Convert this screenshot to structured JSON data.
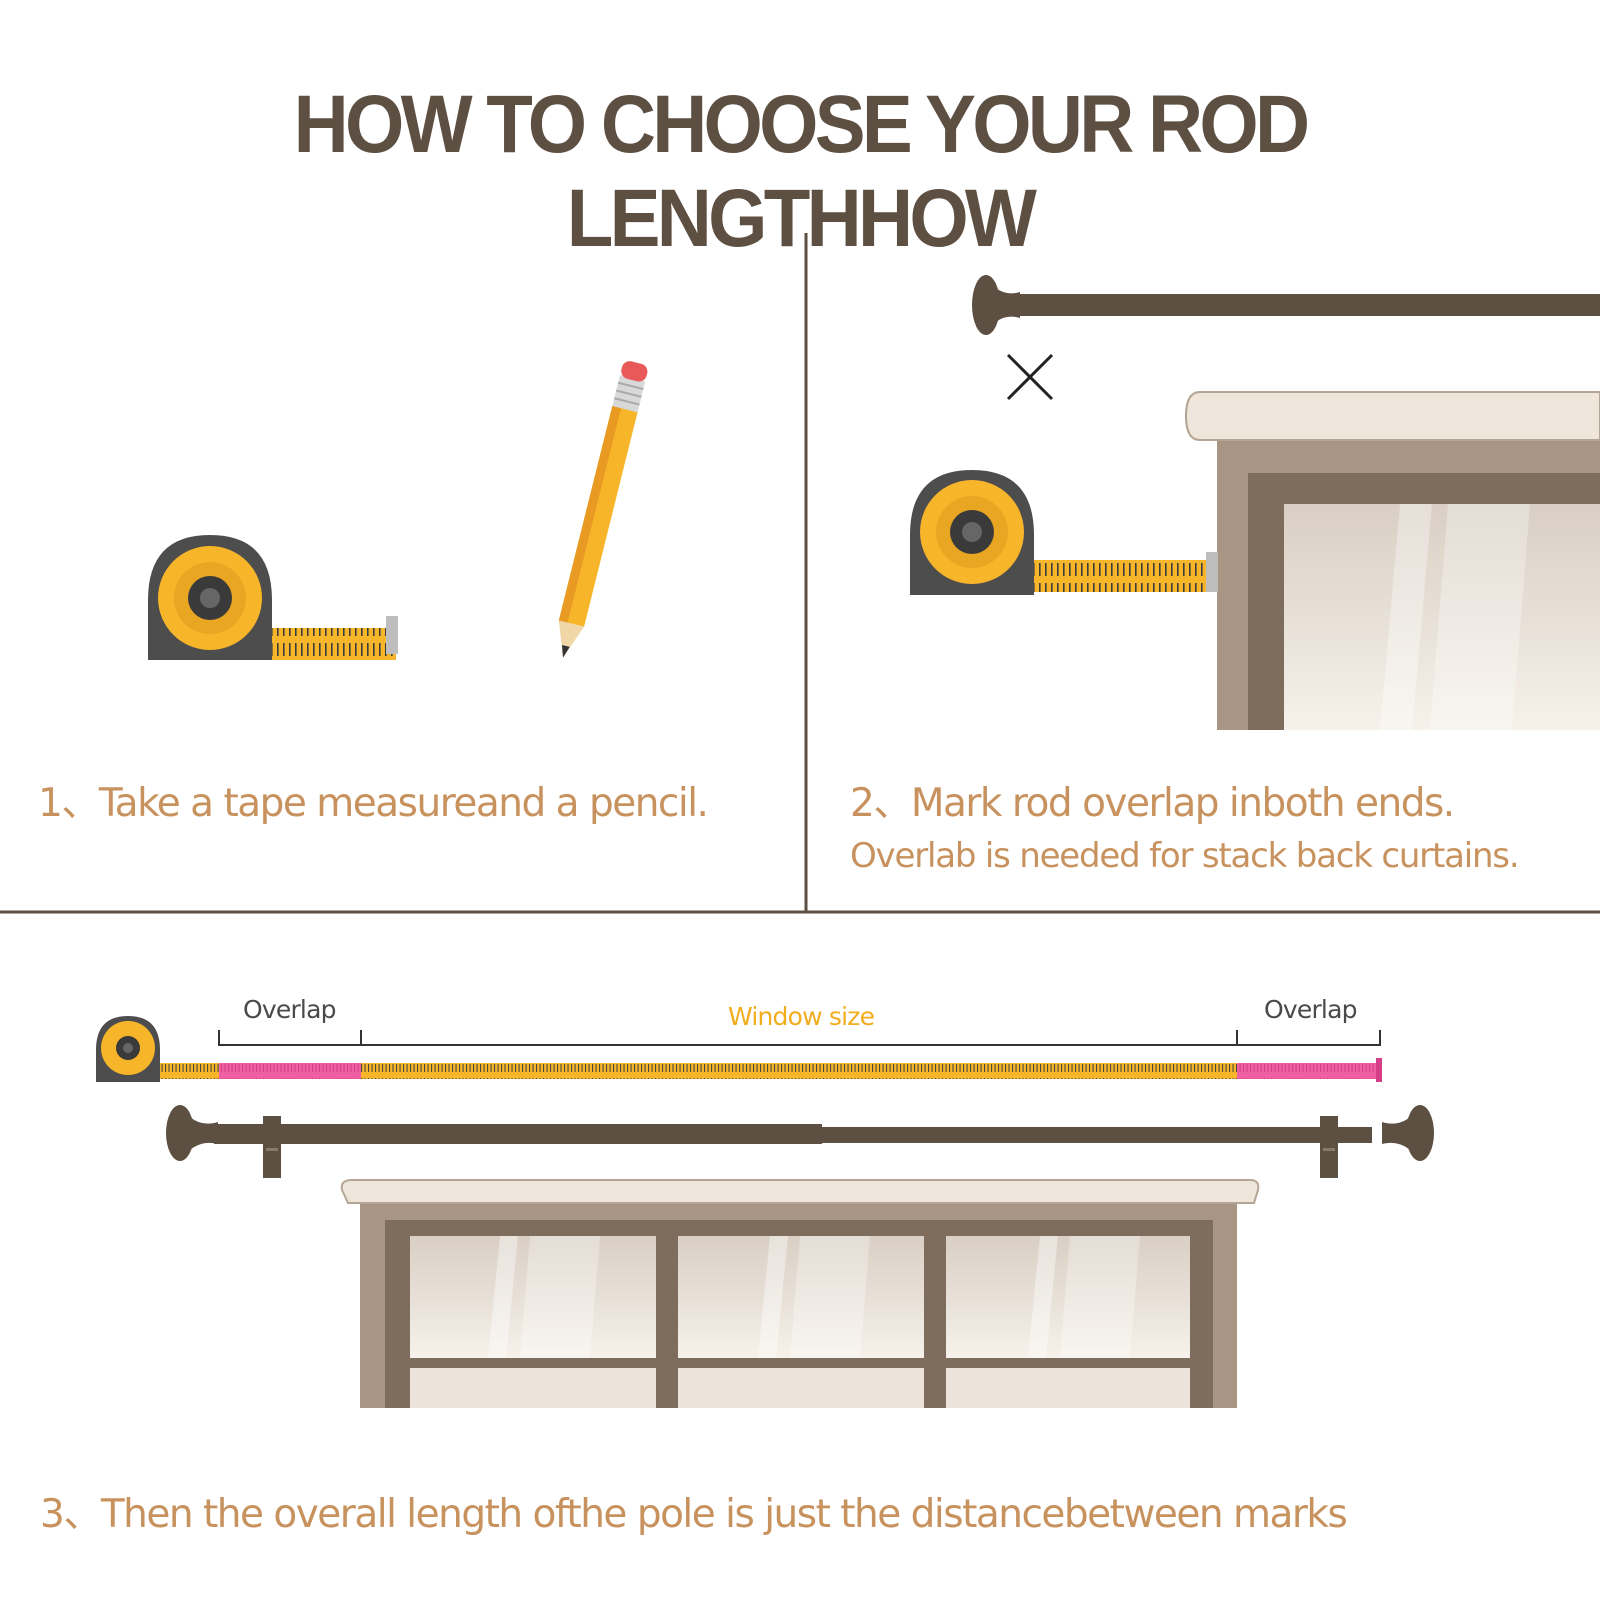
{
  "title": "HOW TO CHOOSE YOUR ROD LENGTHHOW",
  "steps": {
    "step1": "1、Take a tape measureand a pencil.",
    "step2": "2、Mark rod overlap inboth ends.",
    "step2_note": "Overlab is needed for stack back curtains.",
    "step3": "3、Then the overall length ofthe pole is just the distancebetween marks"
  },
  "labels": {
    "overlap_left": "Overlap",
    "window_size": "Window size",
    "overlap_right": "Overlap"
  },
  "colors": {
    "title": "#5e4f43",
    "step_text": "#c8925e",
    "tape_yellow": "#f7b52a",
    "tape_body": "#4d4d4d",
    "overlap_pink": "#ef5fa4",
    "rod": "#5e4f43",
    "window_frame": "#8b7866"
  },
  "icons": [
    "tape-measure-icon",
    "pencil-icon",
    "x-mark-icon",
    "curtain-rod-icon",
    "window-icon"
  ]
}
